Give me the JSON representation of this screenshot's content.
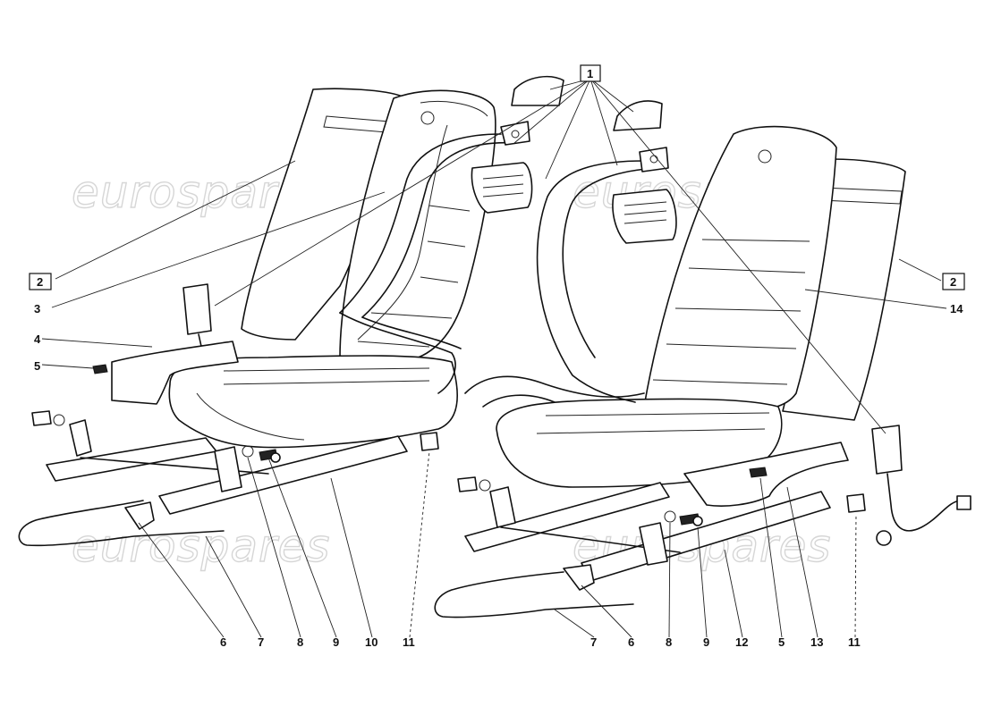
{
  "watermark": {
    "text": "eurospares",
    "color": "#d6d6d6"
  },
  "callouts": {
    "c1": "1",
    "c2_left": "2",
    "c2_right": "2",
    "c3": "3",
    "c4": "4",
    "c5_left": "5",
    "c5_right": "5",
    "c6_left": "6",
    "c6_right": "6",
    "c7_left": "7",
    "c7_right": "7",
    "c8_left": "8",
    "c8_right": "8",
    "c9_left": "9",
    "c9_right": "9",
    "c10": "10",
    "c11_left": "11",
    "c11_right": "11",
    "c12": "12",
    "c13": "13",
    "c14": "14"
  },
  "colors": {
    "line": "#111111",
    "background": "#ffffff"
  }
}
